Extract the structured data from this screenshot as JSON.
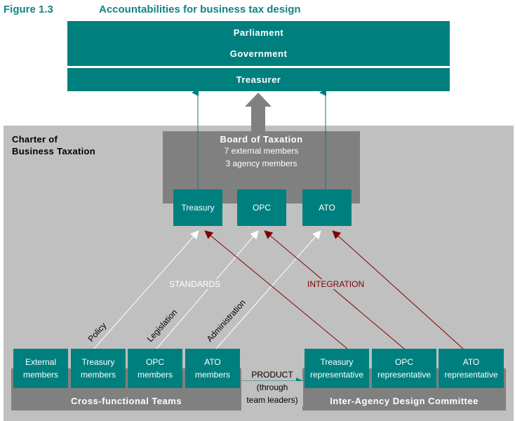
{
  "figure": {
    "label": "Figure 1.3",
    "title": "Accountabilities for business tax design"
  },
  "top": {
    "parliament": "Parliament",
    "government": "Government",
    "treasurer": "Treasurer"
  },
  "charter": {
    "line1": "Charter of",
    "line2": "Business Taxation"
  },
  "board": {
    "title": "Board of Taxation",
    "line1": "7 external members",
    "line2": "3 agency members",
    "agencies": [
      "Treasury",
      "OPC",
      "ATO"
    ]
  },
  "flows": {
    "standards": "STANDARDS",
    "integration": "INTEGRATION",
    "policy": "Policy",
    "legislation": "Legislation",
    "administration": "Administration",
    "product_line1": "PRODUCT",
    "product_line2": "(through",
    "product_line3": "team leaders)"
  },
  "cross_functional": {
    "title": "Cross-functional Teams",
    "members": [
      {
        "line1": "External",
        "line2": "members"
      },
      {
        "line1": "Treasury",
        "line2": "members"
      },
      {
        "line1": "OPC",
        "line2": "members"
      },
      {
        "line1": "ATO",
        "line2": "members"
      }
    ]
  },
  "inter_agency": {
    "title": "Inter-Agency Design Committee",
    "members": [
      {
        "line1": "Treasury",
        "line2": "representative"
      },
      {
        "line1": "OPC",
        "line2": "representative"
      },
      {
        "line1": "ATO",
        "line2": "representative"
      }
    ]
  },
  "colors": {
    "teal": "#007f7f",
    "dark_gray": "#808080",
    "light_gray": "#c0c0c0",
    "integration": "#800000",
    "title": "#0f8584"
  }
}
